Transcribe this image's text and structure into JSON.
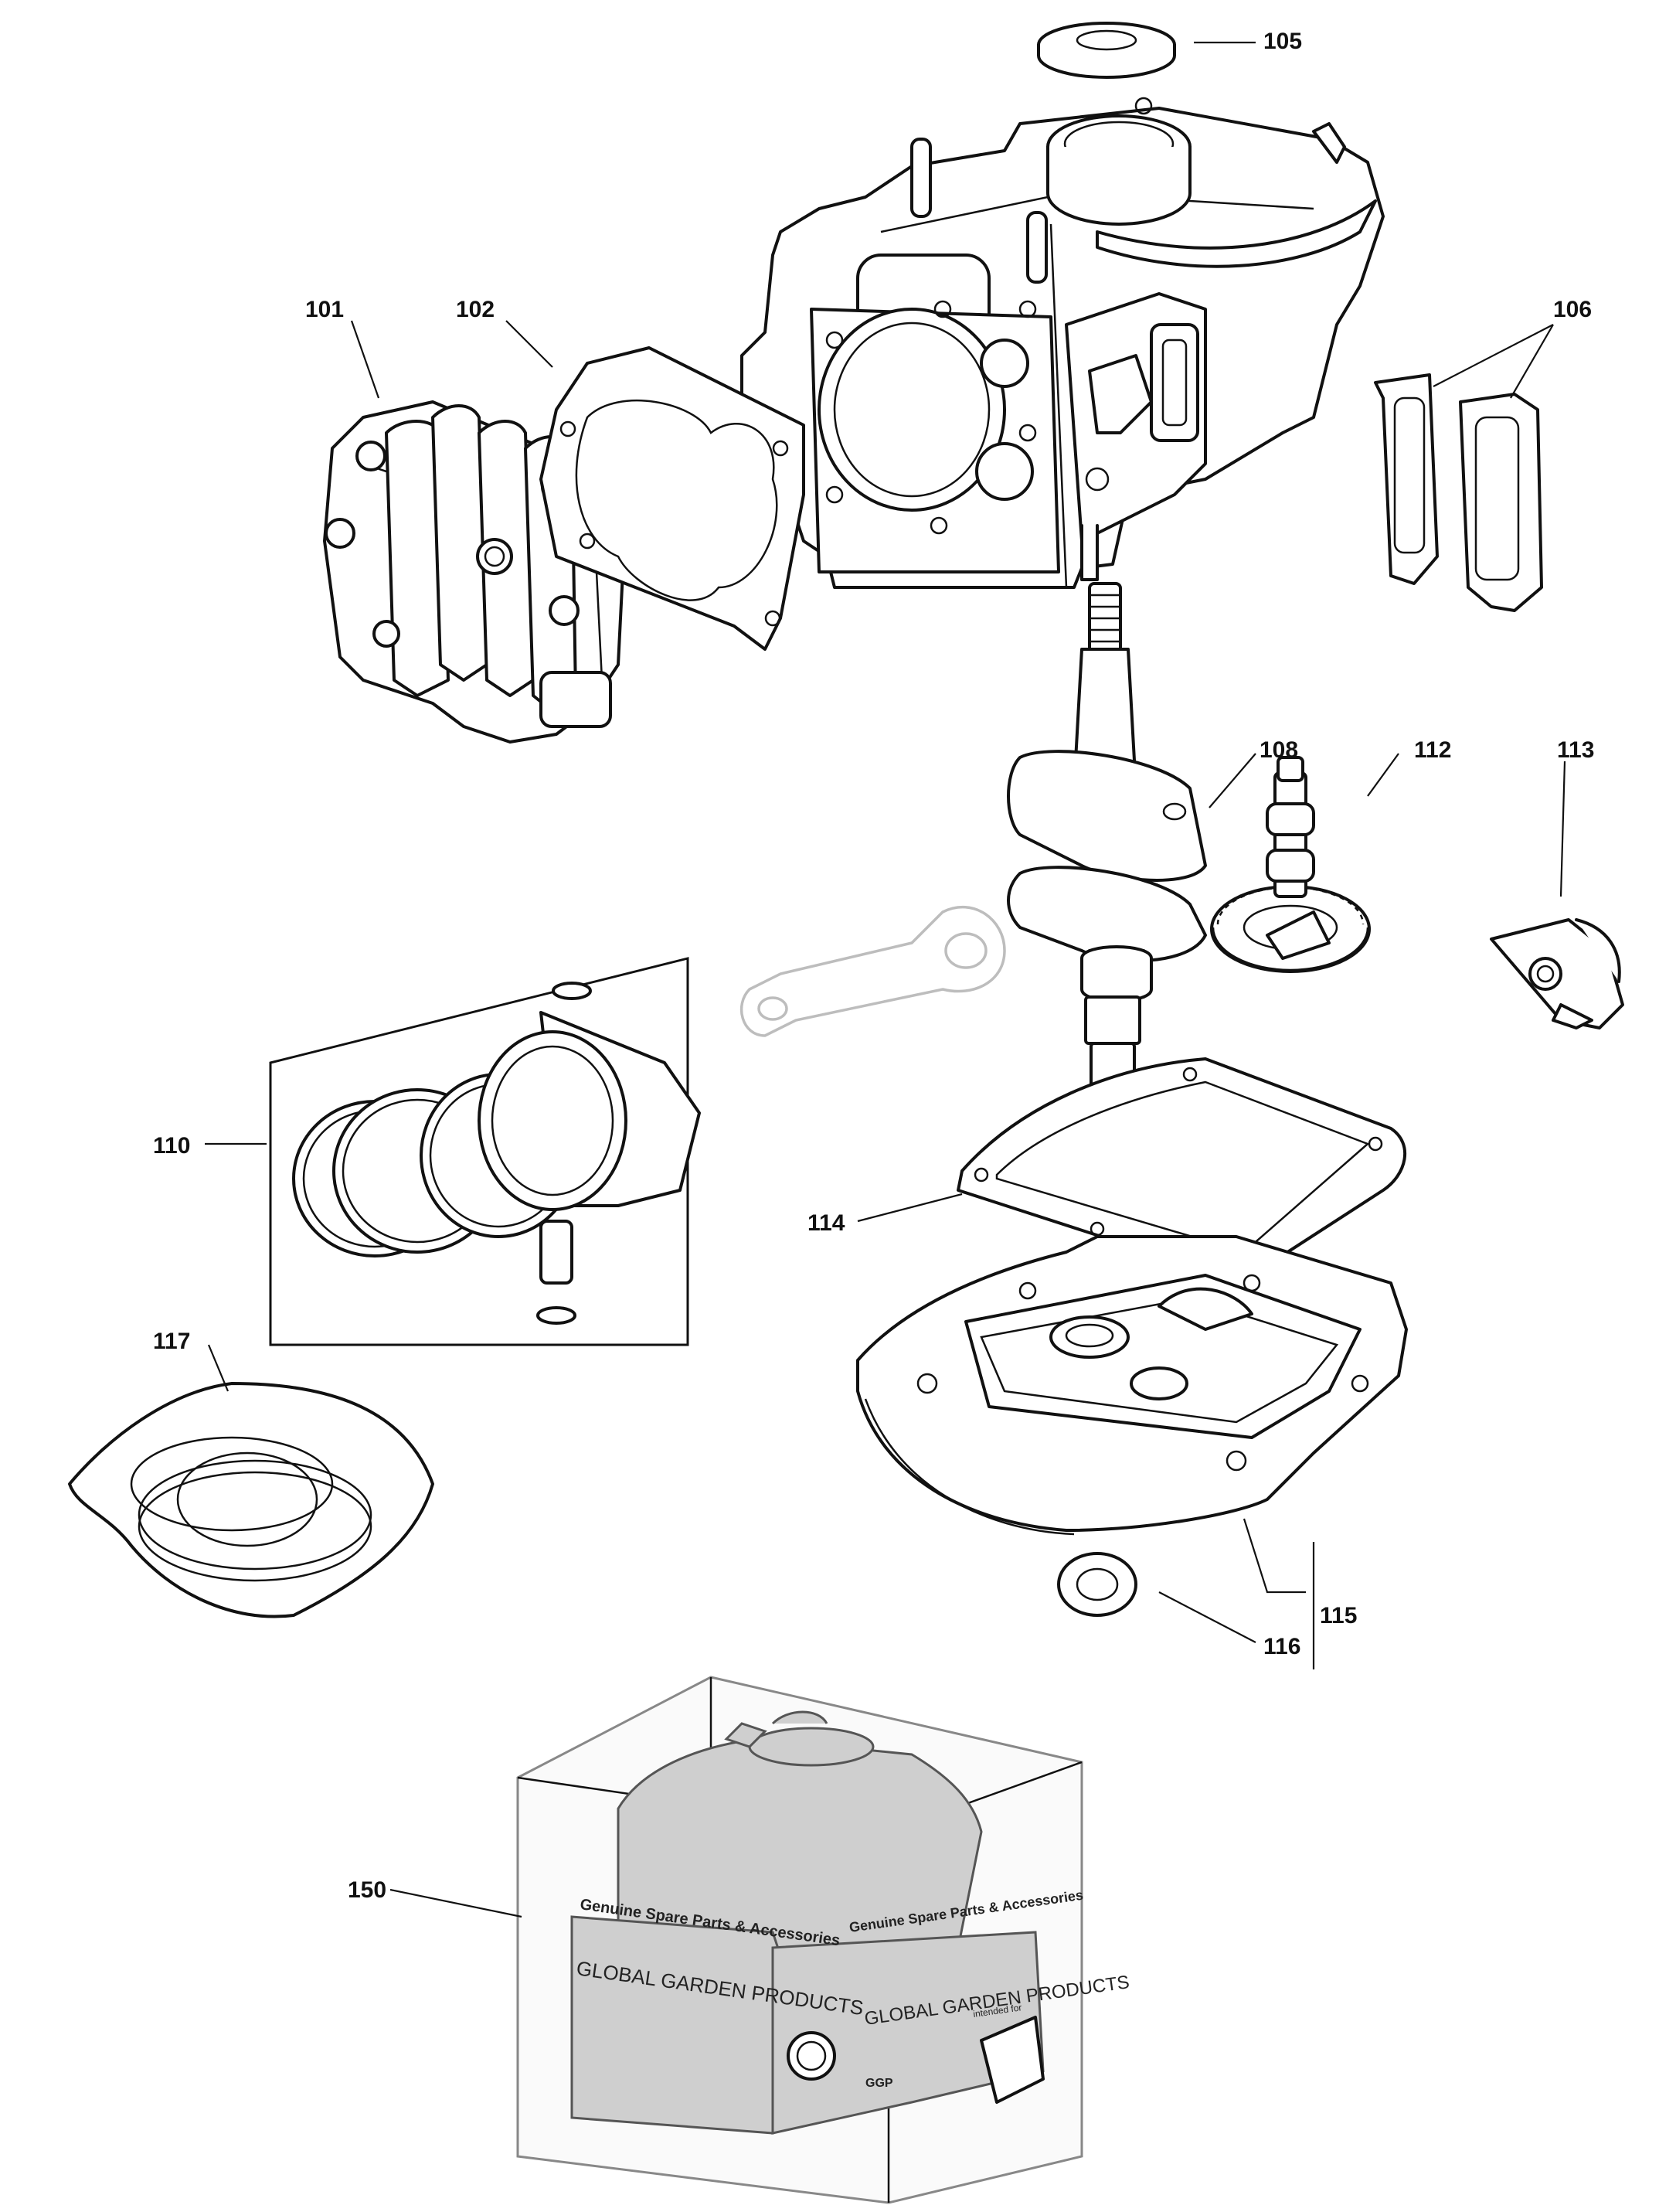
{
  "callouts": {
    "c101": "101",
    "c102": "102",
    "c105": "105",
    "c106": "106",
    "c108": "108",
    "c110": "110",
    "c112": "112",
    "c113": "113",
    "c114": "114",
    "c115": "115",
    "c116": "116",
    "c117": "117",
    "c150": "150"
  },
  "package": {
    "text_genuine": "Genuine Spare Parts & Accessories",
    "text_brand": "GLOBAL GARDEN PRODUCTS",
    "text_intended": "intended for",
    "text_ggp": "GGP"
  },
  "colors": {
    "line": "#111111",
    "ghost": "#bdbdbd",
    "engine_fill": "#cfcfcf"
  }
}
